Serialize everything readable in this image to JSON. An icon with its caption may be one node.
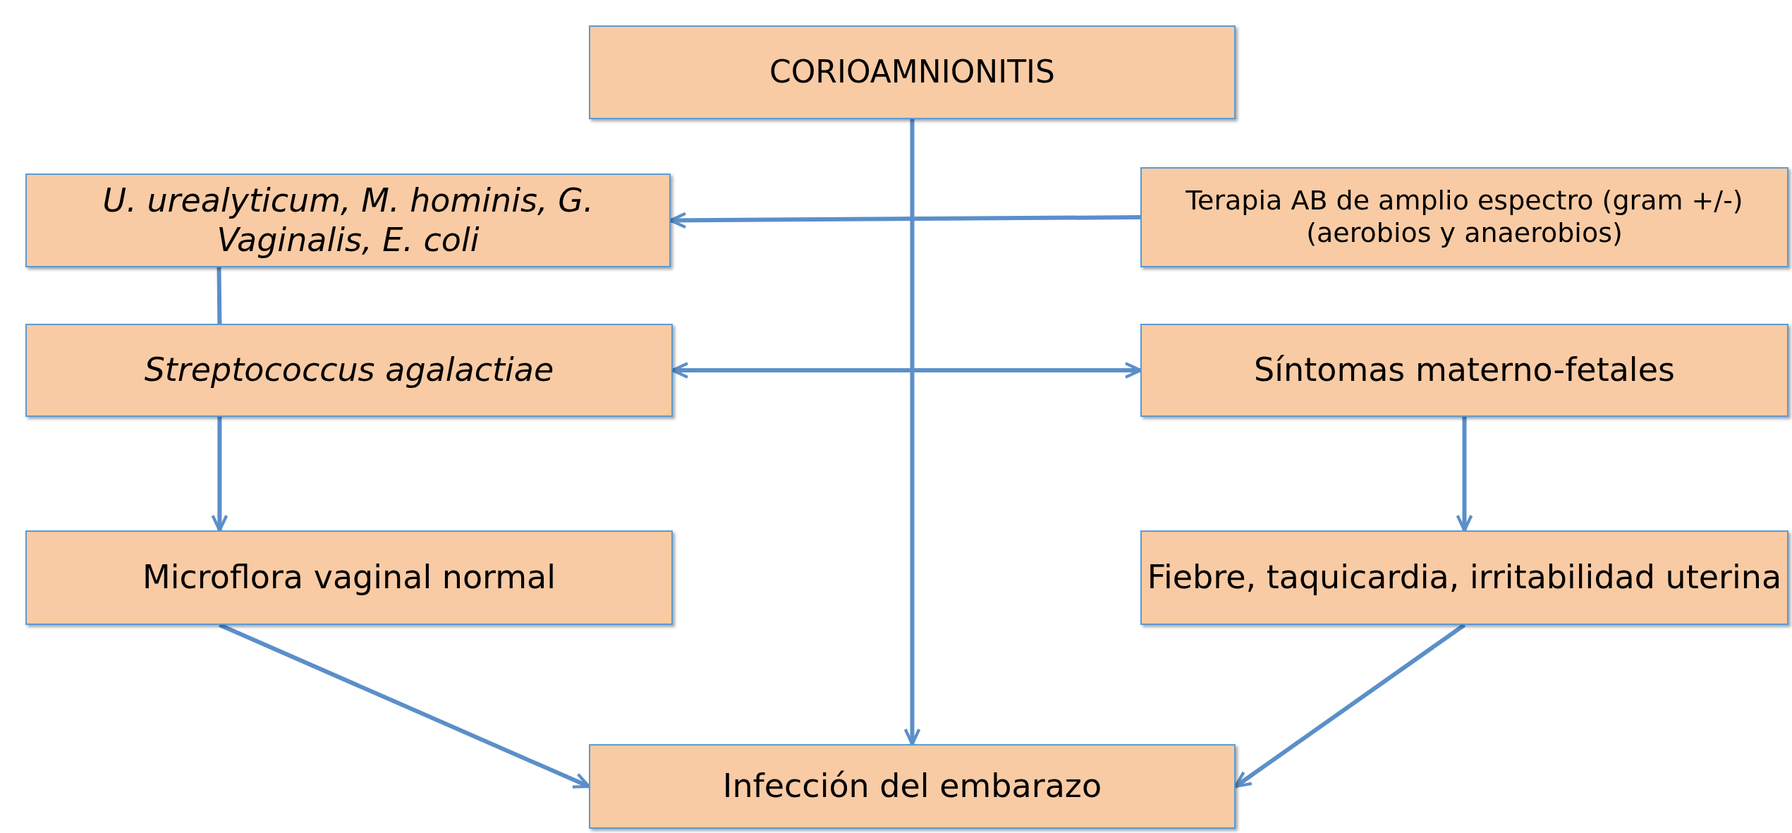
{
  "diagram": {
    "nodes": [
      {
        "text": [
          "CORIOAMNIONITIS"
        ]
      },
      {
        "text": [
          "U. urealyticum,  M. hominis, G. Vaginalis, E. coli"
        ]
      },
      {
        "text": [
          "Terapia AB de amplio espectro (gram +/-)(aerobios y anaerobios)"
        ]
      },
      {
        "text": [
          "Streptococcus agalactiae"
        ]
      },
      {
        "text": [
          "Síntomas materno-fetales"
        ]
      },
      {
        "text": [
          "Microflora vaginal normal"
        ]
      },
      {
        "text": [
          "Fiebre, taquicardia, irritabilidad uterina"
        ]
      },
      {
        "text": [
          "Infección del embarazo"
        ]
      }
    ],
    "edges": [
      {
        "from": 0,
        "to": 7,
        "arrow": "to"
      },
      {
        "from": 2,
        "to": 1,
        "arrow": "to"
      },
      {
        "from": 1,
        "to": 3,
        "arrow": "none"
      },
      {
        "from": 3,
        "to": 4,
        "arrow": "both"
      },
      {
        "from": 3,
        "to": 5,
        "arrow": "to"
      },
      {
        "from": 4,
        "to": 6,
        "arrow": "to"
      },
      {
        "from": 5,
        "to": 7,
        "arrow": "to"
      },
      {
        "from": 6,
        "to": 7,
        "arrow": "to"
      }
    ]
  }
}
